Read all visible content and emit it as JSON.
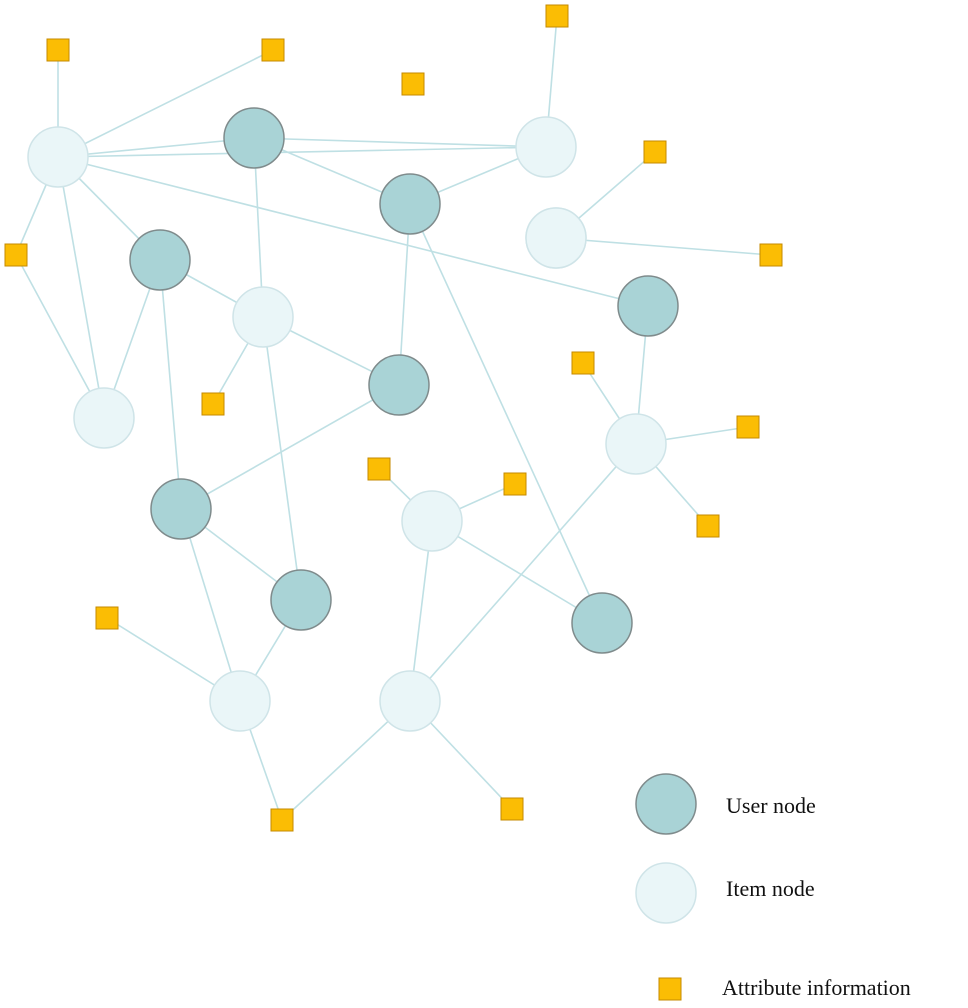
{
  "colors": {
    "user_fill": "#a9d3d6",
    "user_stroke": "#7f8b8c",
    "item_fill": "#eaf6f8",
    "item_stroke": "#cfe4e8",
    "attr_fill": "#fbbd04",
    "attr_stroke": "#c48a00",
    "edge": "#bfe0e4"
  },
  "legend": {
    "user": "User node",
    "item": "Item node",
    "attribute": "Attribute information"
  },
  "nodes": [
    {
      "id": "u1",
      "type": "user"
    },
    {
      "id": "u2",
      "type": "user"
    },
    {
      "id": "u3",
      "type": "user"
    },
    {
      "id": "u4",
      "type": "user"
    },
    {
      "id": "u5",
      "type": "user"
    },
    {
      "id": "u6",
      "type": "user"
    },
    {
      "id": "u7",
      "type": "user"
    },
    {
      "id": "u8",
      "type": "user"
    },
    {
      "id": "i1",
      "type": "item"
    },
    {
      "id": "i2",
      "type": "item"
    },
    {
      "id": "i3",
      "type": "item"
    },
    {
      "id": "i4",
      "type": "item"
    },
    {
      "id": "i5",
      "type": "item"
    },
    {
      "id": "i6",
      "type": "item"
    },
    {
      "id": "i7",
      "type": "item"
    },
    {
      "id": "i8",
      "type": "item"
    },
    {
      "id": "i9",
      "type": "item"
    },
    {
      "id": "i10",
      "type": "item"
    },
    {
      "id": "a1",
      "type": "attribute"
    },
    {
      "id": "a2",
      "type": "attribute"
    },
    {
      "id": "a3",
      "type": "attribute"
    },
    {
      "id": "a4",
      "type": "attribute"
    },
    {
      "id": "a5",
      "type": "attribute"
    },
    {
      "id": "a6",
      "type": "attribute"
    },
    {
      "id": "a7",
      "type": "attribute"
    },
    {
      "id": "a8",
      "type": "attribute"
    },
    {
      "id": "a9",
      "type": "attribute"
    },
    {
      "id": "a10",
      "type": "attribute"
    },
    {
      "id": "a11",
      "type": "attribute"
    },
    {
      "id": "a12",
      "type": "attribute"
    },
    {
      "id": "a13",
      "type": "attribute"
    },
    {
      "id": "a14",
      "type": "attribute"
    },
    {
      "id": "a15",
      "type": "attribute"
    },
    {
      "id": "a16",
      "type": "attribute"
    },
    {
      "id": "a17",
      "type": "attribute"
    }
  ],
  "edges": [
    [
      "i1",
      "a1"
    ],
    [
      "i1",
      "a2"
    ],
    [
      "i1",
      "u1"
    ],
    [
      "i1",
      "i2"
    ],
    [
      "i1",
      "u3"
    ],
    [
      "i1",
      "u5"
    ],
    [
      "i1",
      "a4"
    ],
    [
      "i1",
      "i5"
    ],
    [
      "a4",
      "i5"
    ],
    [
      "u3",
      "i5"
    ],
    [
      "u3",
      "i4"
    ],
    [
      "u3",
      "u6"
    ],
    [
      "u1",
      "i2"
    ],
    [
      "u1",
      "u2"
    ],
    [
      "u1",
      "i4"
    ],
    [
      "i2",
      "a3"
    ],
    [
      "i2",
      "u2"
    ],
    [
      "u2",
      "u4"
    ],
    [
      "u2",
      "u8"
    ],
    [
      "i3",
      "a7"
    ],
    [
      "i3",
      "a8"
    ],
    [
      "i3",
      "i6"
    ],
    [
      "i4",
      "a9"
    ],
    [
      "i4",
      "u4"
    ],
    [
      "i4",
      "u7"
    ],
    [
      "u4",
      "u6"
    ],
    [
      "u6",
      "u7"
    ],
    [
      "u6",
      "i9"
    ],
    [
      "u7",
      "i9"
    ],
    [
      "u5",
      "i7"
    ],
    [
      "i7",
      "a10"
    ],
    [
      "i7",
      "a11"
    ],
    [
      "i7",
      "a12"
    ],
    [
      "i7",
      "i10"
    ],
    [
      "i8",
      "a13"
    ],
    [
      "i8",
      "a14"
    ],
    [
      "i8",
      "u8"
    ],
    [
      "i8",
      "i10"
    ],
    [
      "a15",
      "i9"
    ],
    [
      "i9",
      "a16"
    ],
    [
      "i10",
      "a16"
    ],
    [
      "i10",
      "a17"
    ]
  ]
}
